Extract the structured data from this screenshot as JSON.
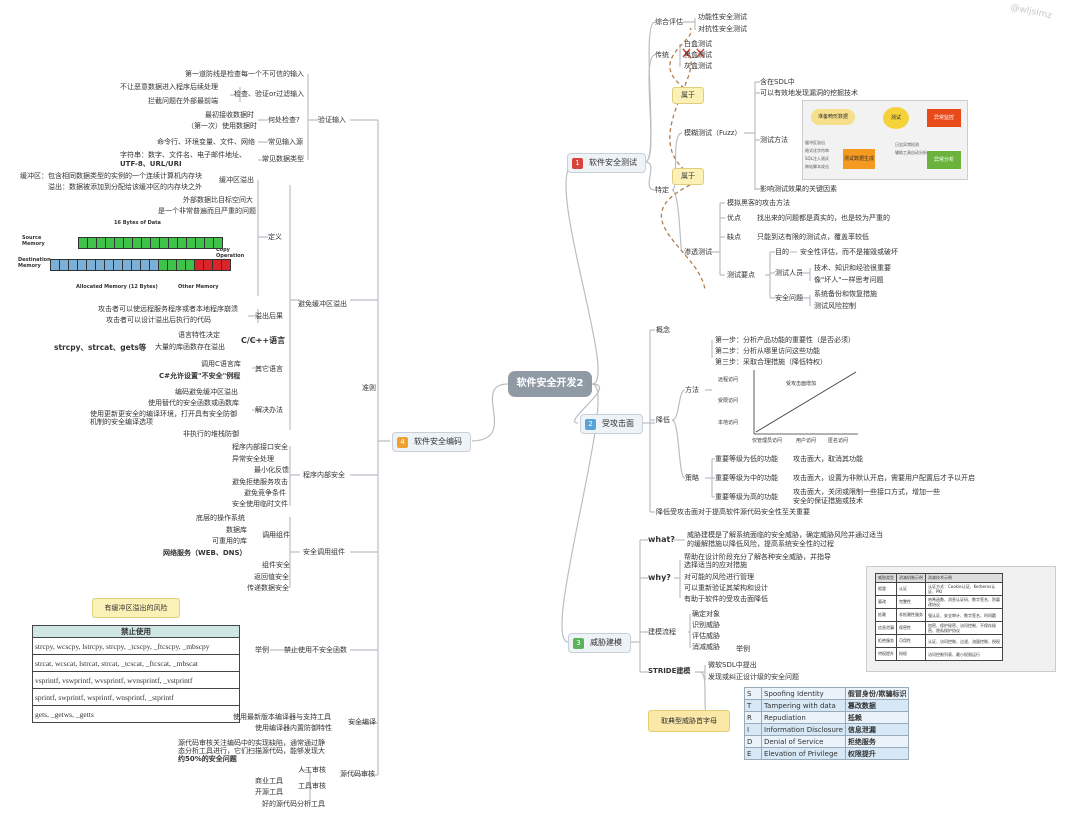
{
  "watermark": "@wljslmz",
  "center": "软件安全开发2",
  "topics": {
    "t1": "软件安全测试",
    "t2": "受攻击面",
    "t3": "威胁建模",
    "t4": "软件安全编码"
  },
  "t1": {
    "zonghe": "综合评估",
    "gongneng": "功能性安全测试",
    "duikang": "对抗性安全测试",
    "chuantong": "传统",
    "baihe": "白盒测试",
    "heihe": "黑盒测试",
    "huihe": "灰盒测试",
    "shuyu1": "属于",
    "shuyu2": "属于",
    "teding": "特定",
    "fuzz": "模糊测试（Fuzz）",
    "fuzz_a": "含在SDL中",
    "fuzz_b": "可以有效地发现漏洞的挖掘技术",
    "fuzz_method": "测试方法",
    "fuzz_c": "影响测试效果的关键因素",
    "diag": {
      "prep": "准备畸形数据",
      "test": "测试",
      "except": "异常监控",
      "gen": "测试数据生成",
      "analysis": "异常分析",
      "left1": "缓冲区溢出",
      "left2": "格式化字符串",
      "left3": "SQL注入测试",
      "left4": "跨站脚本攻击",
      "right1": "日志异常检测",
      "right2": "辅助工具自动分析"
    },
    "shentou": "渗透测试",
    "st1": "模拟黑客的攻击方法",
    "st2l": "优点",
    "st2": "找出来的问题都是真实的，也是较为严重的",
    "st3l": "缺点",
    "st3": "只能到达有限的测试点，覆盖率较低",
    "yaodian": "测试要点",
    "mudi": "目的",
    "mudi1": "安全性评估，而不是摧毁或破坏",
    "renyuan": "测试人员",
    "ry1": "技术、知识和经验很重要",
    "ry2": "像\"坏人\"一样思考问题",
    "anquan": "安全问题",
    "aq1": "系统备份和恢复措施",
    "aq2": "测试风险控制"
  },
  "t2": {
    "gainian": "概念",
    "step1": "第一步：分析产品功能的重要性（是否必须）",
    "step2": "第二步：分析从哪里访问这些功能",
    "step3": "第三步：采取合理措施（降低特权）",
    "fangfa": "方法",
    "jiangdi": "降低",
    "celue": "策略",
    "chart": {
      "y1": "远程访问",
      "y2": "受限访问",
      "y3": "本地访问",
      "x1": "仅管理员访问",
      "x2": "用户访问",
      "x3": "匿名访问",
      "label": "受攻击面增加"
    },
    "c1l": "重要等级为低的功能",
    "c1": "攻击面大，取消其功能",
    "c2l": "重要等级为中的功能",
    "c2": "攻击面大，设置为非默认开启，需要用户配置后才予以开启",
    "c3l": "重要等级为高的功能",
    "c3a": "攻击面大，关闭或限制一些接口方式，增加一些",
    "c3b": "安全的保证措施或技术",
    "summary": "降低受攻击面对于提高软件源代码安全性至关重要"
  },
  "t3": {
    "what": "what?",
    "what1": "威胁建模是了解系统面临的安全威胁，确定威胁风险并通过适当",
    "what2": "的缓解措施以降低风险，提高系统安全性的过程",
    "why": "why?",
    "why1a": "帮助在设计阶段充分了解各种安全威胁，并指导",
    "why1b": "选择适当的应对措施",
    "why2": "对可能的风险进行管理",
    "why3": "可以重新验证其架构和设计",
    "why4": "有助于软件的受攻击面降低",
    "liucheng": "建模流程",
    "lc1": "确定对象",
    "lc2": "识别威胁",
    "lc3": "评估威胁",
    "lc4": "消减威胁",
    "jubei": "举例",
    "stride": "STRIDE建模",
    "sd1": "微软SDL中提出",
    "sd2": "发现或纠正设计级的安全问题",
    "shouzimu": "取典型威胁首字母",
    "stride_rows": [
      [
        "S",
        "Spoofing Identity",
        "假冒身份/欺骗标识"
      ],
      [
        "T",
        "Tampering with data",
        "篡改数据"
      ],
      [
        "R",
        "Repudiation",
        "抵赖"
      ],
      [
        "I",
        "Information Disclosure",
        "信息泄漏"
      ],
      [
        "D",
        "Denial of Service",
        "拒绝服务"
      ],
      [
        "E",
        "Elevation of Privilege",
        "权限提升"
      ]
    ],
    "small_table": {
      "headers": [
        "威胁类型",
        "消减机制示例",
        "消减技术示例"
      ],
      "rows": [
        [
          "假冒",
          "认证",
          "认证方式：Cookie认证、Kerberos认证、PKI"
        ],
        [
          "篡改",
          "完整性",
          "哈希函数、消息认证码、数字签名、防篡改协议"
        ],
        [
          "抵赖",
          "非抵赖性服务",
          "强认证、安全审计、数字签名、时间戳"
        ],
        [
          "信息泄漏",
          "保密性",
          "加密、保护秘密、访问控制、不保存秘密、隐私保护协议"
        ],
        [
          "拒绝服务",
          "可用性",
          "认证、访问控制、过滤、流量控制、授权"
        ],
        [
          "特权提升",
          "授权",
          "访问控制列表、最小权限运行"
        ]
      ]
    }
  },
  "t4": {
    "zhunze": "准则",
    "yanzheng": "验证输入",
    "fangxian": "第一道防线是检查每一个不可信的输入",
    "bujin": "不让恶意数据进入程序后续处理",
    "jianyan": "检查、验证or过滤输入",
    "lanzai": "拦截问题在外部最前端",
    "hechu": "何处检查?",
    "hechu1": "最初接收数据时",
    "hechu2": "（第一次）使用数据时",
    "changjian": "常见输入源",
    "cj1": "命令行、环境变量、文件、网络",
    "shuju": "常见数据类型",
    "sj1": "字符串：数字、文件名、电子邮件地址、",
    "sj2": "UTF-8、URL/URI",
    "dingyi": "定义",
    "bof": "缓冲区溢出",
    "bof1": "缓冲区：包含相同数据类型的实例的一个连续计算机内存块",
    "bof2": "溢出：数据被添加到分配给该缓冲区的内存块之外",
    "bof3": "外部数据比目标空间大",
    "bof4": "是一个非常普遍而且严重的问题",
    "diag": {
      "title": "16 Bytes of Data",
      "src": "Source Memory",
      "dst": "Destination Memory",
      "copy": "Copy Operation",
      "alloc": "Allocated Memory (12 Bytes)",
      "other": "Other Memory"
    },
    "bimian": "避免缓冲区溢出",
    "houguo": "溢出后果",
    "hg1": "攻击者可以使远程服务程序或者本地程序崩溃",
    "hg2": "攻击者可以设计溢出后执行的代码",
    "cpp": "C/C++语言",
    "cpp1": "语言特性决定",
    "cpp2": "大量的库函数存在溢出",
    "cpp3": "strcpy、strcat、gets等",
    "qita": "其它语言",
    "qt1": "调用C语言库",
    "qt2": "C#允许设置\"不安全\"例程",
    "jiejue": "解决办法",
    "jj1": "编码避免缓冲区溢出",
    "jj2": "使用替代的安全函数或函数库",
    "jj3": "使用更新更安全的编译环境，打开具有安全防御",
    "jj4": "机制的安全编译选项",
    "jj5": "非执行的堆栈防御",
    "neibu": "程序内部安全",
    "nb1": "程序内部接口安全",
    "nb2": "异常安全处理",
    "nb3": "最小化反馈",
    "nb4": "避免拒绝服务攻击",
    "nb5": "避免竞争条件",
    "nb6": "安全使用临时文件",
    "diaoyong": "安全调用组件",
    "dy": "调用组件",
    "dy1": "底层的操作系统",
    "dy2": "数据库",
    "dy3": "可重用的库",
    "dy4": "网络服务（WEB、DNS）",
    "dy5": "组件安全",
    "dy6": "返回值安全",
    "dy7": "传递数据安全",
    "risk_title": "有缓冲区溢出的风险",
    "jinzhi": "禁止使用不安全函数",
    "jubei": "举例",
    "ban_header": "禁止使用",
    "ban_rows": [
      "strcpy, wcscpy, lstrcpy, strcpy, _tcscpy, _ftcscpy, _mbscpy",
      "strcat, wcscat, lstrcat, strcat, _tcscat, _ftcscat, _mbscat",
      "vsprintf, vswprintf, wvsprintf, wvnsprintf, _vstprintf",
      "sprintf, swprintf, wsprintf, wnsprintf, _stprintf",
      "gets, _getws, _getts"
    ],
    "bianyi": "安全编译",
    "by1": "使用最新版本编译器与支持工具",
    "by2": "使用编译器内置防御特性",
    "shenhe": "源代码审核",
    "sh1": "源代码审核关注编码中的实现缺陷，通常通过静",
    "sh2": "态分析工具进行，它们扫描源代码，能够发现大",
    "sh3": "约50%的安全问题",
    "rengong": "人工审核",
    "gongju": "工具审核",
    "shangye": "商业工具",
    "kaiyuan": "开源工具",
    "haode": "好的源代码分析工具"
  },
  "colors": {
    "red": "#d9443a",
    "blue": "#5aa3d8",
    "green": "#5bb35a",
    "orange": "#f0a030",
    "line": "#b9bec4"
  }
}
